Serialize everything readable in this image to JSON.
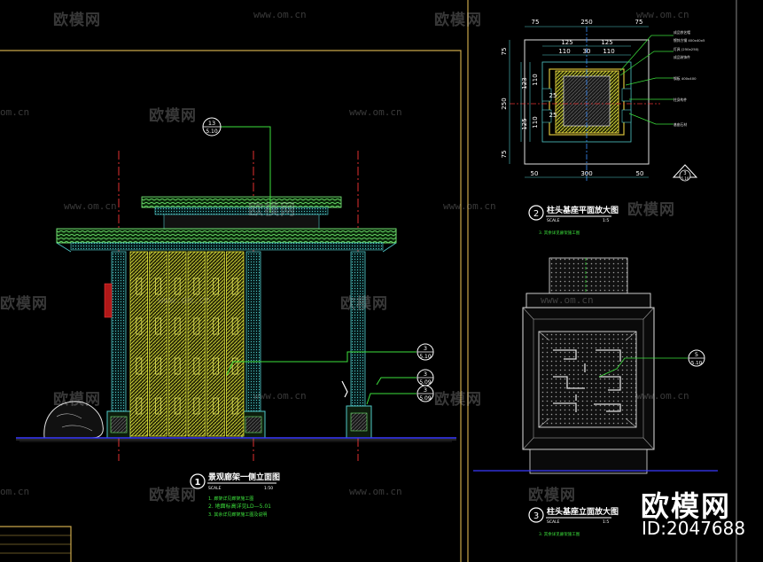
{
  "watermark": {
    "brand_cn": "欧模网",
    "url": "www.om.cn",
    "url_short": "om.cn"
  },
  "brand": {
    "name": "欧模网",
    "id": "ID:2047688"
  },
  "elevation": {
    "title": "景观廊架一侧立面图",
    "number": "1",
    "scale": "SCALE",
    "scale_value": "1:50",
    "notes": [
      "1. 廊架详见廊架施工图",
      "2. 地面标高详见LD—5.01",
      "3. 其余详见廊架施工图及说明"
    ],
    "callout_top": {
      "num": "13",
      "sheet": "5.10"
    },
    "callout_mid": {
      "num": "3",
      "sheet": "5.10"
    },
    "callout_mid2": {
      "num": "3",
      "sheet": "5.09"
    },
    "callout_low": {
      "num": "3",
      "sheet": "5.09"
    }
  },
  "plan_detail": {
    "title": "柱头基座平面放大图",
    "number": "2",
    "scale": "SCALE",
    "scale_value": "1:5",
    "note": "3. 其余详见廊架施工图",
    "dims_top": [
      "75",
      "250",
      "75"
    ],
    "dims_inner1": [
      "125",
      "125"
    ],
    "dims_inner2": [
      "110",
      "30",
      "110"
    ],
    "dims_bottom": [
      "50",
      "300",
      "50"
    ],
    "dims_left": [
      "75",
      "250",
      "75"
    ],
    "dims_side_a": [
      "123",
      "110"
    ],
    "dims_side_b": [
      "25",
      "25"
    ],
    "dims_side_c": [
      "110",
      "125"
    ],
    "labels_right": [
      "成品铁艺帽",
      "镀锌方钢 400x40x5",
      "灯具 (250x250)",
      "成品装饰件",
      "钢板 400x400",
      "柱身构件",
      "基座石材"
    ],
    "section_mark": {
      "num": "3",
      "sheet": "5.10"
    }
  },
  "elev_detail": {
    "title": "柱头基座立面放大图",
    "number": "3",
    "scale": "SCALE",
    "scale_value": "1:5",
    "note": "3. 其余详见廊架施工图",
    "callout": {
      "num": "5",
      "sheet": "5.10"
    }
  }
}
